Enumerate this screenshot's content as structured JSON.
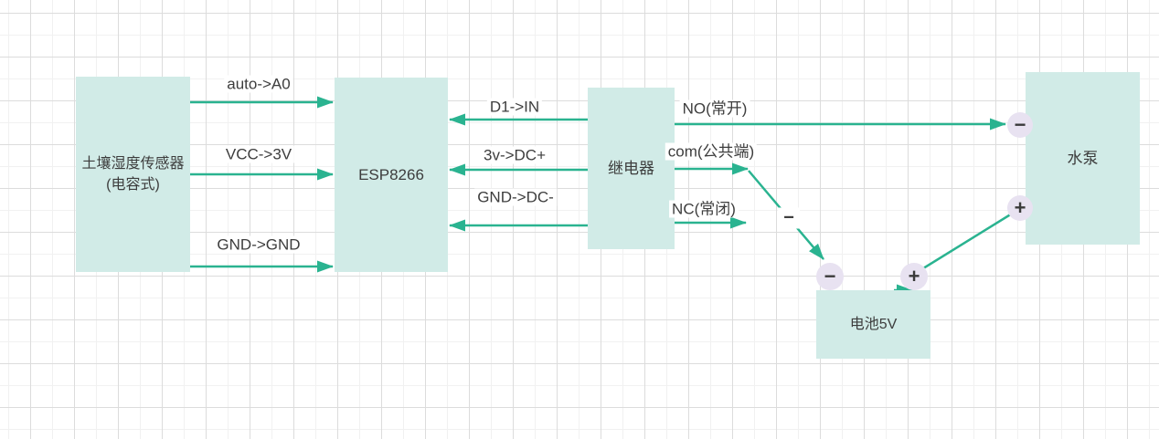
{
  "title": "ESP8266 automatic watering wiring diagram",
  "colors": {
    "arrow": "#2ab390",
    "box_fill": "#d1ebe7",
    "circle_fill": "#e8e2f1",
    "text": "#3d3d3d",
    "grid_minor": "#f1f1f1",
    "grid_major": "#dcdcdc",
    "bg": "#ffffff"
  },
  "nodes": {
    "sensor": {
      "line1": "土壤湿度传感器",
      "line2": "(电容式)"
    },
    "esp": {
      "label": "ESP8266"
    },
    "relay": {
      "label": "继电器"
    },
    "pump": {
      "label": "水泵"
    },
    "battery": {
      "label": "电池5V"
    }
  },
  "edges": {
    "auto_a0": "auto->A0",
    "vcc_3v": "VCC->3V",
    "gnd_gnd": "GND->GND",
    "d1_in": "D1->IN",
    "v3_dcp": "3v->DC+",
    "gnd_dcm": "GND->DC-",
    "no": "NO(常开)",
    "com": "com(公共端)",
    "nc": "NC(常闭)",
    "minus_on_wire": "−"
  },
  "terminals": {
    "pump_minus": "−",
    "pump_plus": "+",
    "battery_minus": "−",
    "battery_plus": "+"
  }
}
